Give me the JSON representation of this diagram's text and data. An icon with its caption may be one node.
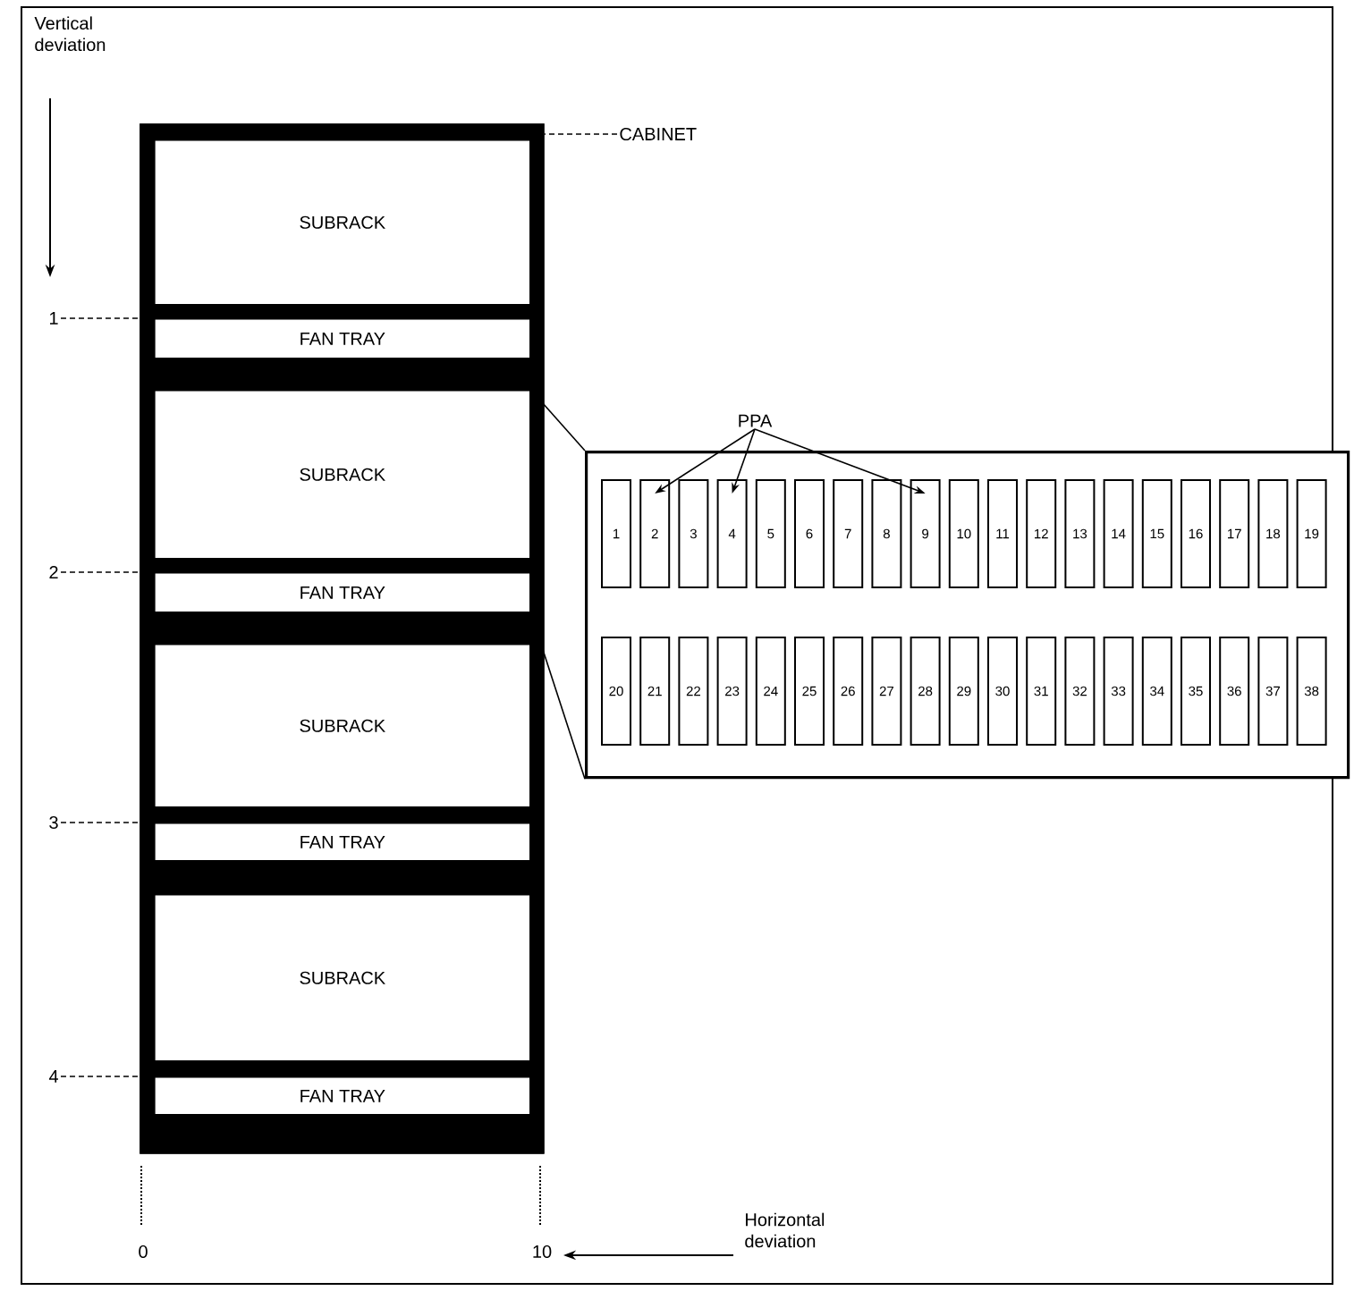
{
  "diagram": {
    "nodes": [
      {
        "text": [],
        "shape": "box"
      },
      {
        "text": [
          "SUBRACK"
        ],
        "in": 0
      },
      {
        "text": [
          "FAN TRAY"
        ],
        "in": 0
      },
      {
        "text": [
          "SUBRACK"
        ],
        "in": 0
      },
      {
        "text": [
          "FAN TRAY"
        ],
        "in": 0
      },
      {
        "text": [
          "SUBRACK"
        ],
        "in": 0
      },
      {
        "text": [
          "FAN TRAY"
        ],
        "in": 0
      },
      {
        "text": [
          "SUBRACK"
        ],
        "in": 0
      },
      {
        "text": [
          "FAN TRAY"
        ],
        "in": 0
      },
      {
        "text": [
          "CABINET"
        ]
      },
      {
        "text": [],
        "shape": "box"
      },
      {
        "text": [
          "1"
        ],
        "in": 10
      },
      {
        "text": [
          "2"
        ],
        "in": 10
      },
      {
        "text": [
          "3"
        ],
        "in": 10
      },
      {
        "text": [
          "4"
        ],
        "in": 10
      },
      {
        "text": [
          "5"
        ],
        "in": 10
      },
      {
        "text": [
          "6"
        ],
        "in": 10
      },
      {
        "text": [
          "7"
        ],
        "in": 10
      },
      {
        "text": [
          "8"
        ],
        "in": 10
      },
      {
        "text": [
          "9"
        ],
        "in": 10
      },
      {
        "text": [
          "10"
        ],
        "in": 10
      },
      {
        "text": [
          "11"
        ],
        "in": 10
      },
      {
        "text": [
          "12"
        ],
        "in": 10
      },
      {
        "text": [
          "13"
        ],
        "in": 10
      },
      {
        "text": [
          "14"
        ],
        "in": 10
      },
      {
        "text": [
          "15"
        ],
        "in": 10
      },
      {
        "text": [
          "16"
        ],
        "in": 10
      },
      {
        "text": [
          "17"
        ],
        "in": 10
      },
      {
        "text": [
          "18"
        ],
        "in": 10
      },
      {
        "text": [
          "19"
        ],
        "in": 10
      },
      {
        "text": [
          "20"
        ],
        "in": 10
      },
      {
        "text": [
          "21"
        ],
        "in": 10
      },
      {
        "text": [
          "22"
        ],
        "in": 10
      },
      {
        "text": [
          "23"
        ],
        "in": 10
      },
      {
        "text": [
          "24"
        ],
        "in": 10
      },
      {
        "text": [
          "25"
        ],
        "in": 10
      },
      {
        "text": [
          "26"
        ],
        "in": 10
      },
      {
        "text": [
          "27"
        ],
        "in": 10
      },
      {
        "text": [
          "28"
        ],
        "in": 10
      },
      {
        "text": [
          "29"
        ],
        "in": 10
      },
      {
        "text": [
          "30"
        ],
        "in": 10
      },
      {
        "text": [
          "31"
        ],
        "in": 10
      },
      {
        "text": [
          "32"
        ],
        "in": 10
      },
      {
        "text": [
          "33"
        ],
        "in": 10
      },
      {
        "text": [
          "34"
        ],
        "in": 10
      },
      {
        "text": [
          "35"
        ],
        "in": 10
      },
      {
        "text": [
          "36"
        ],
        "in": 10
      },
      {
        "text": [
          "37"
        ],
        "in": 10
      },
      {
        "text": [
          "38"
        ],
        "in": 10
      },
      {
        "text": [
          "PPA"
        ]
      },
      {
        "text": [
          "1"
        ]
      },
      {
        "text": [
          "2"
        ]
      },
      {
        "text": [
          "3"
        ]
      },
      {
        "text": [
          "4"
        ]
      }
    ],
    "edges": [
      {
        "from": 9,
        "to": 0,
        "arrow": "none",
        "style": "dashed"
      },
      {
        "from": 3,
        "to": 10,
        "arrow": "none"
      },
      {
        "from": 4,
        "to": 10,
        "arrow": "none"
      },
      {
        "from": 49,
        "to": 12,
        "arrow": "to"
      },
      {
        "from": 49,
        "to": 14,
        "arrow": "to"
      },
      {
        "from": 49,
        "to": 19,
        "arrow": "to"
      },
      {
        "from": 50,
        "to": 2,
        "arrow": "none",
        "style": "dashed"
      },
      {
        "from": 51,
        "to": 4,
        "arrow": "none",
        "style": "dashed"
      },
      {
        "from": 52,
        "to": 6,
        "arrow": "none",
        "style": "dashed"
      },
      {
        "from": 53,
        "to": 8,
        "arrow": "none",
        "style": "dashed"
      }
    ],
    "labels": [
      "Vertical deviation",
      "0",
      "10",
      "Horizontal deviation"
    ]
  }
}
